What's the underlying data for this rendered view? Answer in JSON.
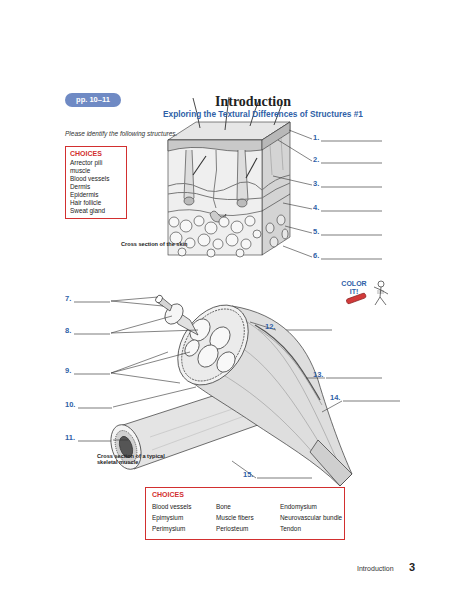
{
  "diagram": {
    "title": "Introduction",
    "nodes": [
      {
        "text": [
          "pp. 10–11"
        ]
      },
      {
        "text": [
          "CHOICES",
          "Arrector pili muscle",
          "Blood vessels",
          "Dermis",
          "Epidermis",
          "Hair follicle",
          "Sweat gland"
        ]
      },
      {
        "text": [
          "COLOR IT!"
        ]
      },
      {
        "text": [
          "CHOICES",
          "Blood vessels",
          "Epimysium",
          "Perimysium",
          "Bone",
          "Muscle fibers",
          "Periosteum",
          "Endomysium",
          "Neurovascular bundle",
          "Tendon"
        ]
      }
    ],
    "labels": [
      "Exploring the Textural Differences of Structures #1",
      "Please identify the following structures.",
      "1.",
      "2.",
      "3.",
      "4.",
      "5.",
      "6.",
      "Cross section of the skin",
      "7.",
      "8.",
      "9.",
      "10.",
      "11.",
      "12.",
      "13.",
      "14.",
      "Cross section of a typical skeletal muscle",
      "15.",
      "Introduction",
      "3"
    ]
  }
}
